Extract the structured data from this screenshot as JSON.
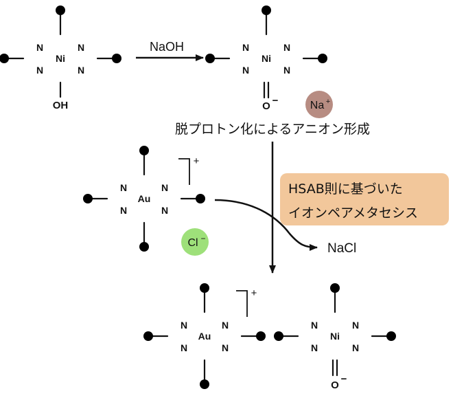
{
  "reagent": "NaOH",
  "step1_caption": "脱プロトン化によるアニオン形成",
  "step2_caption_line1": "HSAB則に基づいた",
  "step2_caption_line2": "イオンペアメタセシス",
  "byproduct": "NaCl",
  "ions": {
    "sodium": "Na",
    "sodium_charge": "+",
    "chloride": "Cl",
    "chloride_charge": "−"
  },
  "atoms": {
    "nitrogen": "N",
    "nickel": "Ni",
    "gold": "Au",
    "hydroxyl": "OH",
    "oxide": "O",
    "oxide_charge": "−",
    "cation_charge": "+"
  },
  "colors": {
    "caption_box": "#f2c79b",
    "sodium_ball": "#b78c82",
    "chloride_ball": "#9ee07a",
    "ink": "#111111"
  }
}
